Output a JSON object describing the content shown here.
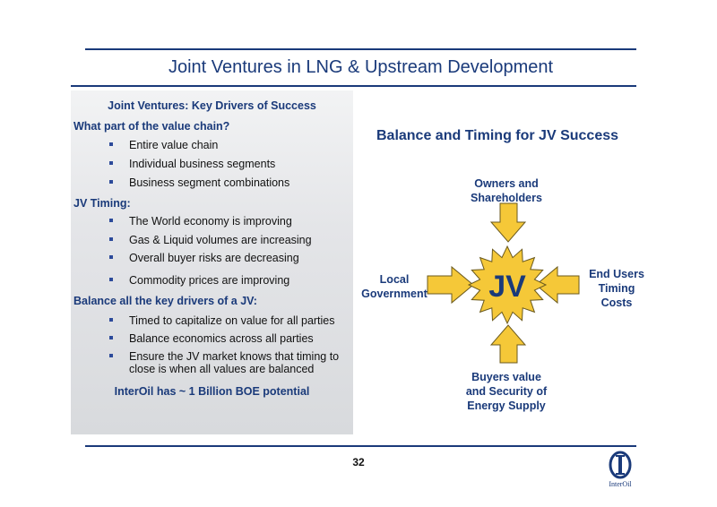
{
  "slide": {
    "title": "Joint Ventures in LNG & Upstream Development",
    "page_number": "32"
  },
  "left_panel": {
    "heading": "Joint Ventures:  Key Drivers of Success",
    "sections": [
      {
        "heading": "What part of the value chain?",
        "items": [
          "Entire value chain",
          "Individual business segments",
          "Business segment combinations"
        ]
      },
      {
        "heading": "JV Timing:",
        "items": [
          "The World economy is improving",
          "Gas & Liquid volumes are increasing",
          "Overall buyer risks are decreasing",
          "Commodity prices are improving"
        ]
      },
      {
        "heading": "Balance all the key drivers of a JV:",
        "items": [
          "Timed to capitalize on value for all parties",
          "Balance economics across all parties",
          "Ensure the JV market knows that timing to close is when all values are balanced"
        ]
      }
    ],
    "footer": "InterOil has ~ 1 Billion BOE potential"
  },
  "diagram": {
    "title": "Balance and Timing for JV Success",
    "center_label": "JV",
    "top": [
      "Owners and",
      "Shareholders"
    ],
    "left": [
      "Local",
      "Government"
    ],
    "right": [
      "End Users",
      "Timing",
      "Costs"
    ],
    "bottom": [
      "Buyers value",
      "and Security of",
      "Energy Supply"
    ],
    "colors": {
      "star": "#f5c838",
      "arrow": "#f5c838",
      "outline": "#6b5a1e",
      "text": "#1a3a7a"
    }
  },
  "logo": {
    "name": "InterOil",
    "text": "InterOil"
  }
}
